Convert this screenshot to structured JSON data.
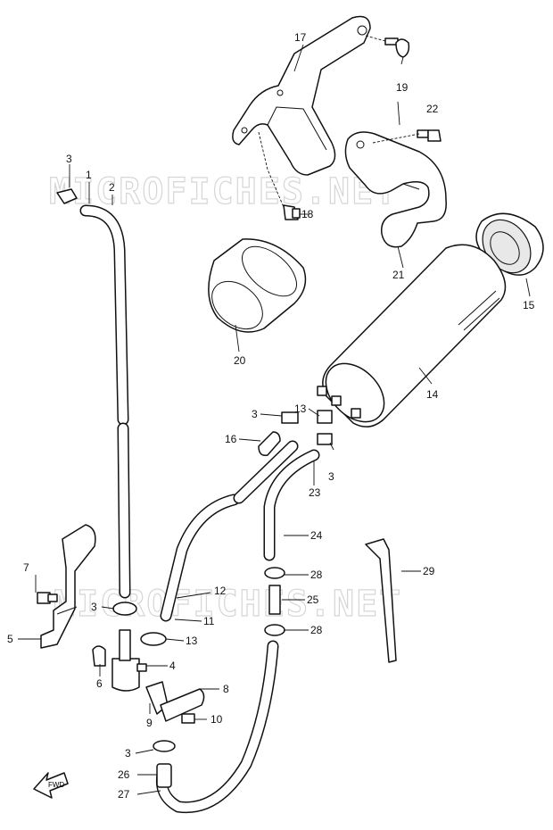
{
  "watermarks": [
    "MICROFICHES.NET",
    "MICROFICHES.NET"
  ],
  "fwd_label": "FWD",
  "callouts": [
    {
      "id": "1",
      "text": "1"
    },
    {
      "id": "2",
      "text": "2"
    },
    {
      "id": "3a",
      "text": "3"
    },
    {
      "id": "3b",
      "text": "3"
    },
    {
      "id": "3c",
      "text": "3"
    },
    {
      "id": "3d",
      "text": "3"
    },
    {
      "id": "3e",
      "text": "3"
    },
    {
      "id": "4",
      "text": "4"
    },
    {
      "id": "5",
      "text": "5"
    },
    {
      "id": "6",
      "text": "6"
    },
    {
      "id": "7",
      "text": "7"
    },
    {
      "id": "8",
      "text": "8"
    },
    {
      "id": "9",
      "text": "9"
    },
    {
      "id": "10",
      "text": "10"
    },
    {
      "id": "11",
      "text": "11"
    },
    {
      "id": "12",
      "text": "12"
    },
    {
      "id": "13a",
      "text": "13"
    },
    {
      "id": "13b",
      "text": "13"
    },
    {
      "id": "14",
      "text": "14"
    },
    {
      "id": "15",
      "text": "15"
    },
    {
      "id": "16",
      "text": "16"
    },
    {
      "id": "17",
      "text": "17"
    },
    {
      "id": "18",
      "text": "18"
    },
    {
      "id": "19",
      "text": "19"
    },
    {
      "id": "20",
      "text": "20"
    },
    {
      "id": "21",
      "text": "21"
    },
    {
      "id": "22",
      "text": "22"
    },
    {
      "id": "23",
      "text": "23"
    },
    {
      "id": "24",
      "text": "24"
    },
    {
      "id": "25",
      "text": "25"
    },
    {
      "id": "26",
      "text": "26"
    },
    {
      "id": "27",
      "text": "27"
    },
    {
      "id": "28a",
      "text": "28"
    },
    {
      "id": "28b",
      "text": "28"
    },
    {
      "id": "29",
      "text": "29"
    }
  ]
}
